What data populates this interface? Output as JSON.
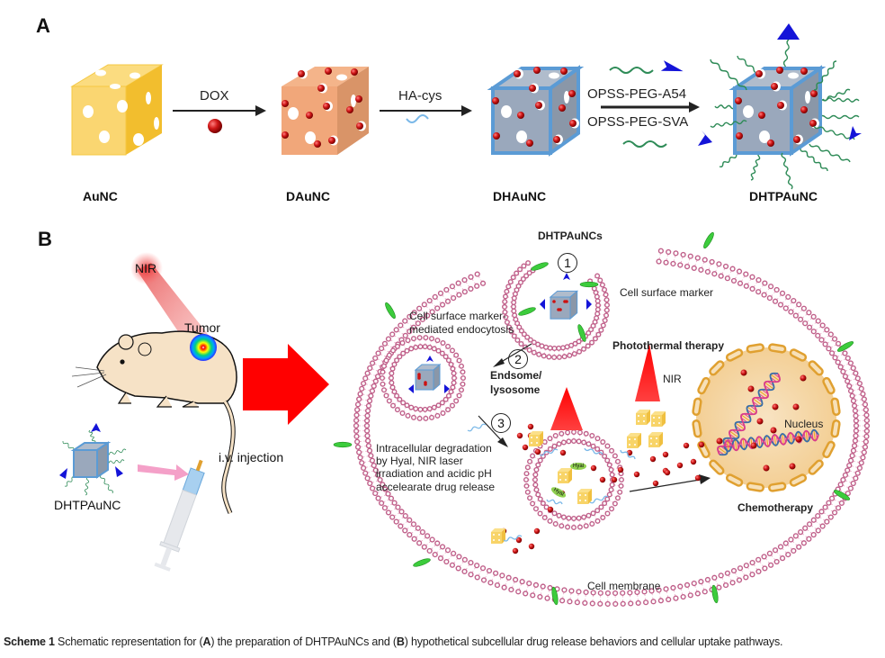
{
  "figure": {
    "panel_a": {
      "letter": "A",
      "steps": [
        {
          "name": "AuNC"
        },
        {
          "name": "DAuNC"
        },
        {
          "name": "DHAuNC"
        },
        {
          "name": "DHTPAuNC"
        }
      ],
      "arrows": [
        {
          "label": "DOX"
        },
        {
          "label": "HA-cys"
        },
        {
          "label_top": "OPSS-PEG-A54",
          "label_bottom": "OPSS-PEG-SVA"
        }
      ]
    },
    "panel_b": {
      "letter": "B",
      "nir": "NIR",
      "tumor": "Tumor",
      "injection": "i.v. injection",
      "nanoparticle": "DHTPAuNC",
      "cell": {
        "dhtpaunc_label": "DHTPAuNCs",
        "step1": "1",
        "step2": "2",
        "step3": "3",
        "cell_surface_marker": "Cell surface marker",
        "endocytosis_line1": "Cell surface marker-",
        "endocytosis_line2": "mediated endocytosis",
        "endosome_line1": "Endsome/",
        "endosome_line2": "lysosome",
        "photothermal": "Photothermal therapy",
        "nir2": "NIR",
        "degradation_lines": [
          "Intracellular degradation",
          "by Hyal, NIR laser",
          "irradiation and acidic pH",
          "accelearate drug release"
        ],
        "hyal": "Hyal",
        "nucleus": "Nucleus",
        "chemotherapy": "Chemotherapy",
        "cell_membrane": "Cell membrane"
      }
    },
    "caption": {
      "prefix": "Scheme 1",
      "text_1": " Schematic representation for (",
      "a": "A",
      "text_2": ") the preparation of DHTPAuNCs and (",
      "b": "B",
      "text_3": ") hypothetical subcellular drug release behaviors and cellular uptake pathways."
    },
    "colors": {
      "gold_cube": "#f9d56e",
      "dox_cube": "#f0a878",
      "gray_cube": "#9aa8bc",
      "cube_edge": "#5b9bd5",
      "peg": "#2e8b57",
      "ligand": "#1414d8",
      "dox": "#cc1111",
      "membrane": "#c0608a",
      "red_arrow": "#ff0000",
      "nucleus": "#f7d9a8",
      "nuclear_envelope": "#e0a030"
    }
  }
}
